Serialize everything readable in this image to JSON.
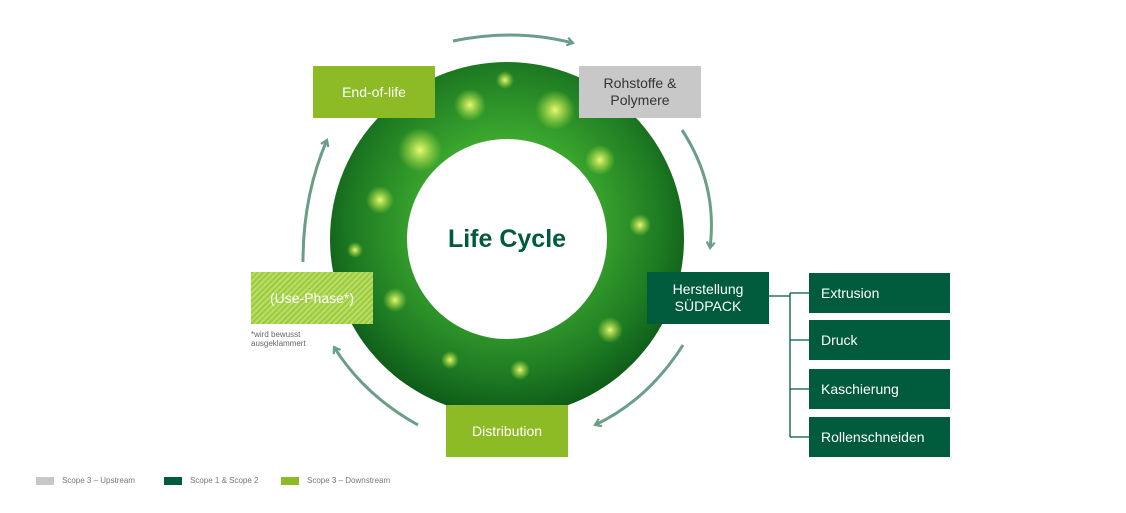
{
  "center": {
    "title": "Life Cycle"
  },
  "stages": {
    "end_of_life": "End-of-life",
    "raw_materials_line1": "Rohstoffe &",
    "raw_materials_line2": "Polymere",
    "manufacturing_line1": "Herstellung",
    "manufacturing_line2": "SÜDPACK",
    "distribution": "Distribution",
    "use_phase": "(Use-Phase*)"
  },
  "manufacturing_steps": [
    "Extrusion",
    "Druck",
    "Kaschierung",
    "Rollenschneiden"
  ],
  "footnote": {
    "line1": "*wird bewusst",
    "line2": "ausgeklammert"
  },
  "legend": [
    {
      "label": "Scope 3 – Upstream",
      "color": "#c8c8c8"
    },
    {
      "label": "Scope 1 & Scope 2",
      "color": "#005a3c"
    },
    {
      "label": "Scope 3 – Downstream",
      "color": "#8dbb25"
    }
  ],
  "colors": {
    "arrow": "#6a9e86",
    "dark_green": "#005a3c",
    "lime": "#8dbb25",
    "gray": "#c8c8c8"
  }
}
